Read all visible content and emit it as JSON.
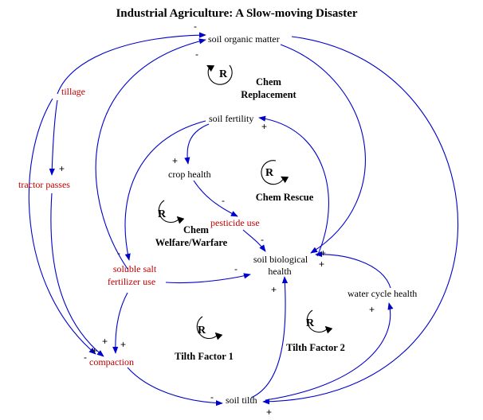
{
  "title": "Industrial Agriculture: A Slow-moving Disaster",
  "variables": {
    "soil_organic_matter": "soil organic matter",
    "tillage": "tillage",
    "tractor_passes": "tractor passes",
    "soil_fertility": "soil fertility",
    "crop_health": "crop health",
    "pesticide_use": "pesticide use",
    "soluble_salt_fertilizer_line1": "soluble salt",
    "soluble_salt_fertilizer_line2": "fertilizer use",
    "soil_biological_health_line1": "soil biological",
    "soil_biological_health_line2": "health",
    "water_cycle_health": "water cycle health",
    "compaction": "compaction",
    "soil_tilth": "soil tilth"
  },
  "loops": {
    "chem_replacement": {
      "symbol": "R",
      "line1": "Chem",
      "line2": "Replacement"
    },
    "chem_rescue": {
      "symbol": "R",
      "line1": "Chem Rescue"
    },
    "chem_welfare": {
      "symbol": "R",
      "line1": "Chem",
      "line2": "Welfare/Warfare"
    },
    "tilth_factor_1": {
      "symbol": "R",
      "line1": "Tilth Factor 1"
    },
    "tilth_factor_2": {
      "symbol": "R",
      "line1": "Tilth Factor 2"
    }
  },
  "polarity": {
    "minus": "-",
    "plus": "+"
  },
  "colors": {
    "link": "#0000cc",
    "policy_variable": "#c00000",
    "state_variable": "#000000"
  }
}
